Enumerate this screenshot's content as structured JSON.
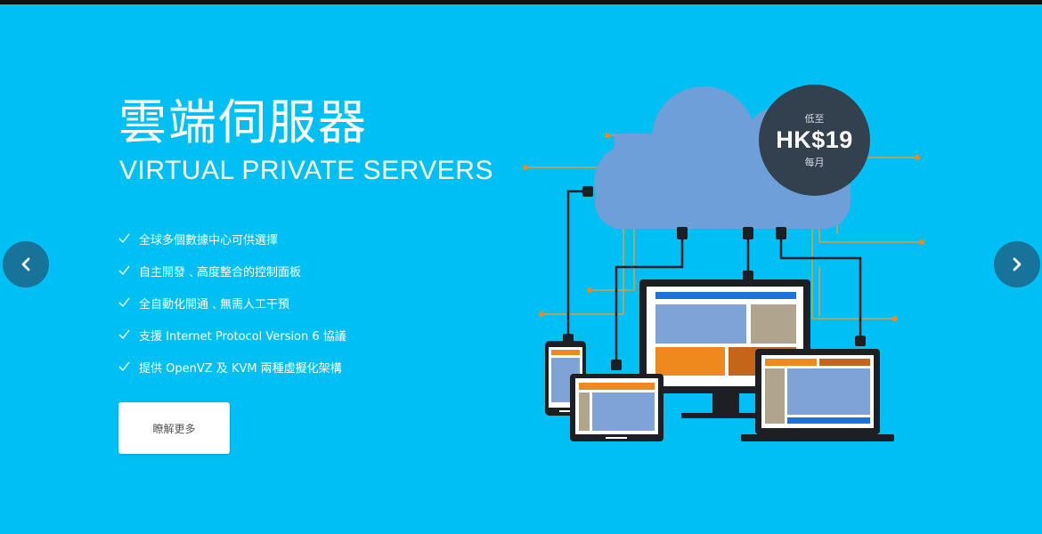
{
  "hero": {
    "title_zh": "雲端伺服器",
    "title_en": "VIRTUAL PRIVATE SERVERS",
    "features": [
      "全球多個數據中心可供選擇",
      "自主開發﹑高度整合的控制面板",
      "全自動化開通﹑無需人工干預",
      "支援 Internet Protocol Version 6 協議",
      "提供 OpenVZ 及 KVM 兩種虛擬化架構"
    ],
    "more_button": "瞭解更多"
  },
  "price_badge": {
    "prefix": "低至",
    "price": "HK$19",
    "suffix": "每月"
  },
  "carousel": {
    "prev_icon": "chevron-left-icon",
    "next_icon": "chevron-right-icon"
  },
  "colors": {
    "background": "#00bff3",
    "cloud": "#6f9fd8",
    "badge": "#33404e",
    "nav_button": "#18739b",
    "accent_orange": "#f0891d"
  }
}
